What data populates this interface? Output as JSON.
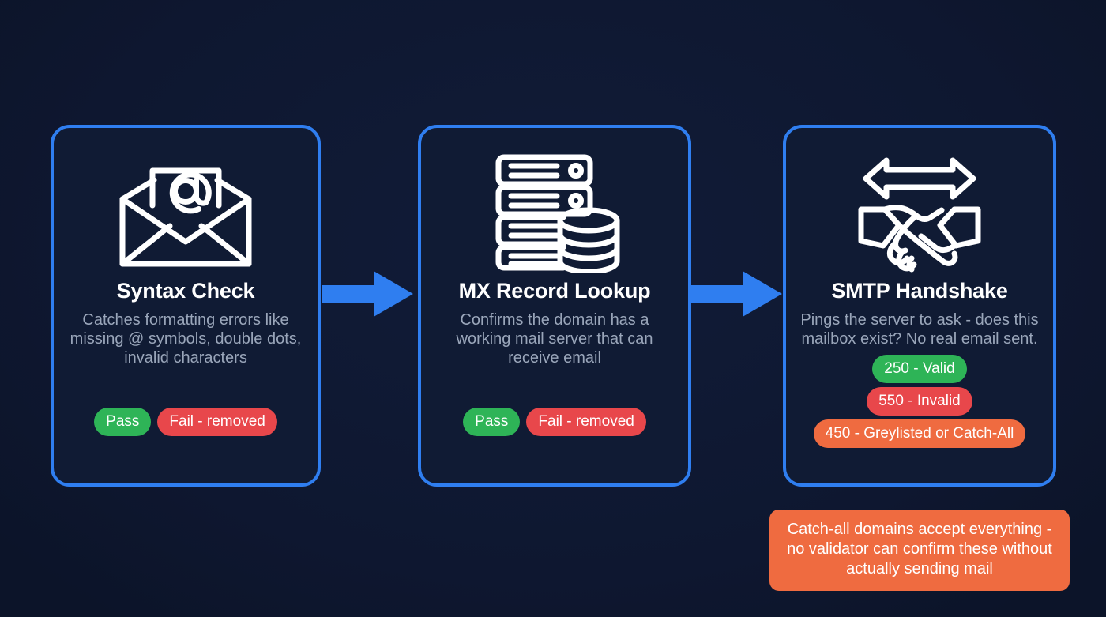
{
  "page": {
    "background_color": "#101a33",
    "accent_color": "#2f7ef0"
  },
  "cards": [
    {
      "icon": "open-envelope-at-symbol-icon",
      "title": "Syntax Check",
      "description": "Catches formatting errors like missing @ symbols, double dots, invalid characters",
      "badges": [
        {
          "label": "Pass",
          "color": "#2eb457"
        },
        {
          "label": "Fail - removed",
          "color": "#e8474b"
        }
      ]
    },
    {
      "icon": "server-database-icon",
      "title": "MX Record Lookup",
      "description": "Confirms the domain has a working mail server that can receive email",
      "badges": [
        {
          "label": "Pass",
          "color": "#2eb457"
        },
        {
          "label": "Fail - removed",
          "color": "#e8474b"
        }
      ]
    },
    {
      "icon": "handshake-exchange-icon",
      "title": "SMTP Handshake",
      "description": "Pings the server to ask - does this mailbox exist? No real email sent.",
      "badges": [
        {
          "label": "250 - Valid",
          "color": "#2eb457"
        },
        {
          "label": "550 - Invalid",
          "color": "#e8474b"
        },
        {
          "label": "450 - Greylisted or Catch-All",
          "color": "#ef6b40"
        }
      ]
    }
  ],
  "arrows": [
    {
      "name": "arrow-syntax-to-mx",
      "direction": "right",
      "color": "#2f7ef0"
    },
    {
      "name": "arrow-mx-to-smtp",
      "direction": "right",
      "color": "#2f7ef0"
    }
  ],
  "callout": {
    "text": "Catch-all domains accept everything - no validator can confirm these without actually sending mail",
    "color": "#ef6b40"
  }
}
